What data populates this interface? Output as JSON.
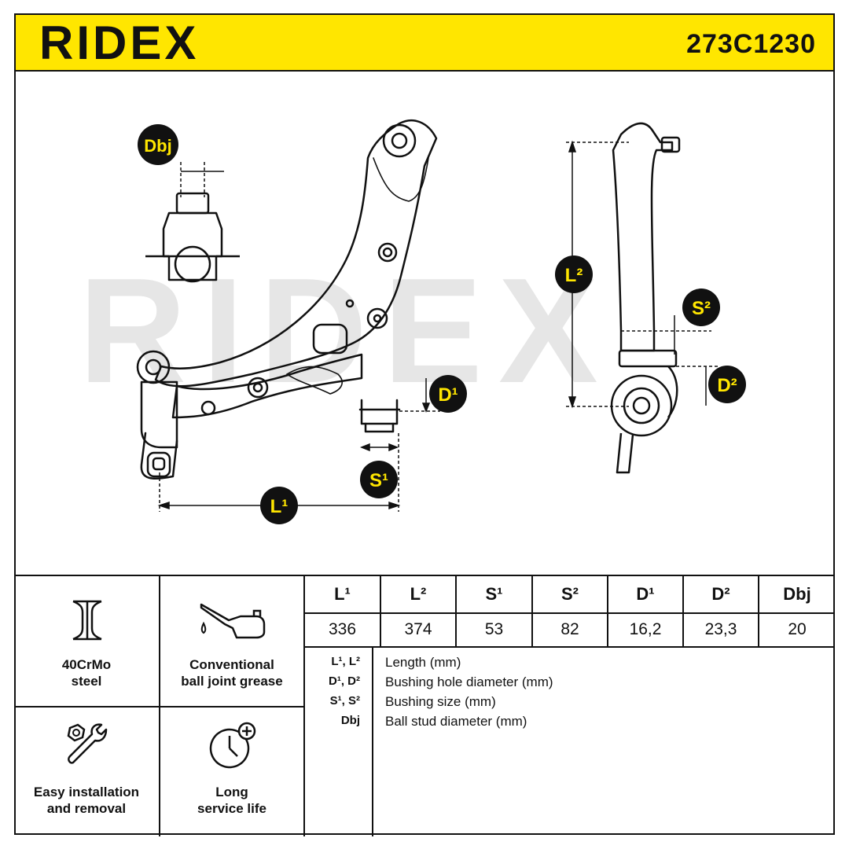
{
  "header": {
    "brand": "RIDEX",
    "part_number": "273C1230"
  },
  "diagram": {
    "labels": {
      "L1": "L¹",
      "L2": "L²",
      "S1": "S¹",
      "S2": "S²",
      "D1": "D¹",
      "D2": "D²",
      "Dbj": "Dbj"
    },
    "watermark": "RIDEX"
  },
  "features": [
    {
      "icon": "i-beam-icon",
      "label": "40CrMo\nsteel"
    },
    {
      "icon": "grease-oiler-icon",
      "label": "Conventional\nball joint grease"
    },
    {
      "icon": "wrench-nut-icon",
      "label": "Easy installation\nand removal"
    },
    {
      "icon": "clock-plus-icon",
      "label": "Long\nservice life"
    }
  ],
  "dimensions_table": {
    "headers": [
      "L¹",
      "L²",
      "S¹",
      "S²",
      "D¹",
      "D²",
      "Dbj"
    ],
    "values": [
      "336",
      "374",
      "53",
      "82",
      "16,2",
      "23,3",
      "20"
    ]
  },
  "legend": [
    {
      "keys": "L¹, L²",
      "desc": "Length (mm)"
    },
    {
      "keys": "D¹, D²",
      "desc": "Bushing hole diameter (mm)"
    },
    {
      "keys": "S¹, S²",
      "desc": "Bushing size (mm)"
    },
    {
      "keys": "Dbj",
      "desc": "Ball stud diameter (mm)"
    }
  ],
  "colors": {
    "accent": "#ffe600",
    "badge": "#111111",
    "badge_text": "#ffe600",
    "watermark": "#e6e6e6"
  }
}
